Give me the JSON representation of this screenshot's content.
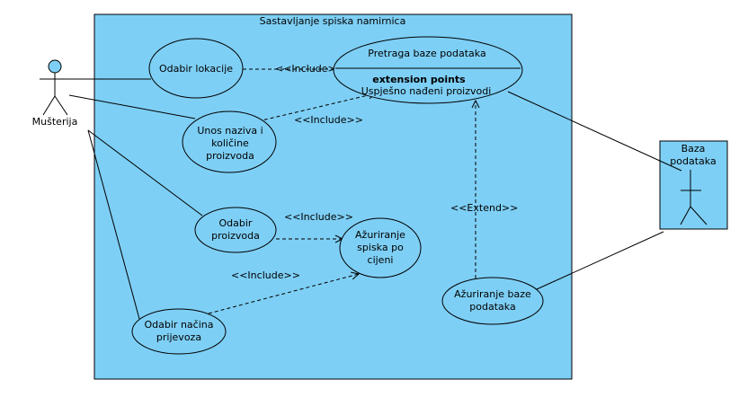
{
  "system": {
    "title": "Sastavljanje spiska namirnica",
    "fill": "#7ecff5",
    "stroke": "#000000"
  },
  "actors": {
    "customer": {
      "name": "Mušterija",
      "head_fill": "#7ecff5"
    },
    "database": {
      "name_line1": "Baza",
      "name_line2": "podataka"
    }
  },
  "use_cases": {
    "select_location": [
      "Odabir lokacije"
    ],
    "enter_name": [
      "Unos naziva i",
      "količine",
      "proizvoda"
    ],
    "select_product": [
      "Odabir",
      "proizvoda"
    ],
    "select_transport": [
      "Odabir načina",
      "prijevoza"
    ],
    "update_list": [
      "Ažuriranje",
      "spiska po",
      "cijeni"
    ],
    "update_db": [
      "Ažuriranje baze",
      "podataka"
    ],
    "search_db": {
      "name": "Pretraga baze podataka",
      "extension_header": "extension points",
      "extension_point": "Uspješno nađeni proizvodi"
    }
  },
  "relations": {
    "include_1": "<<Include>>",
    "include_2": "<<Include>>",
    "include_3": "<<Include>>",
    "include_4": "<<Include>>",
    "extend_1": "<<Extend>>"
  }
}
